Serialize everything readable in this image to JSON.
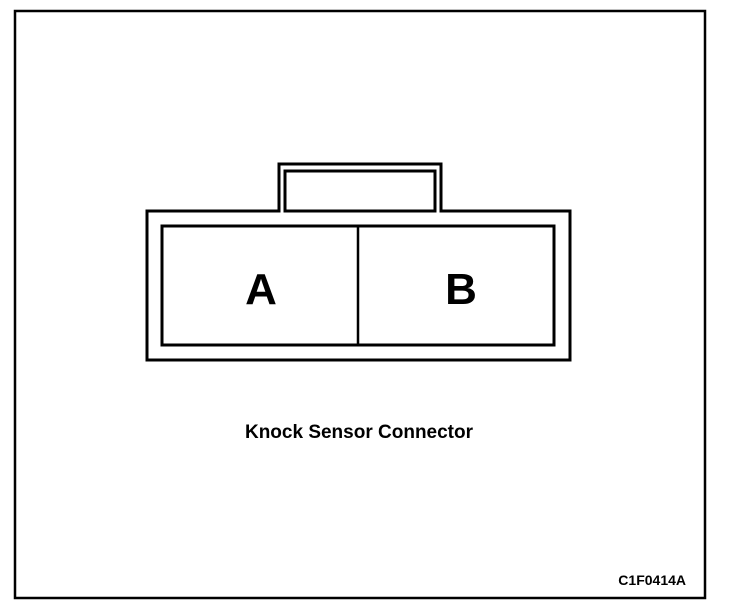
{
  "diagram": {
    "caption": "Knock Sensor Connector",
    "figure_code": "C1F0414A",
    "connector": {
      "pins": [
        {
          "id": "A",
          "label": "A"
        },
        {
          "id": "B",
          "label": "B"
        }
      ]
    }
  }
}
